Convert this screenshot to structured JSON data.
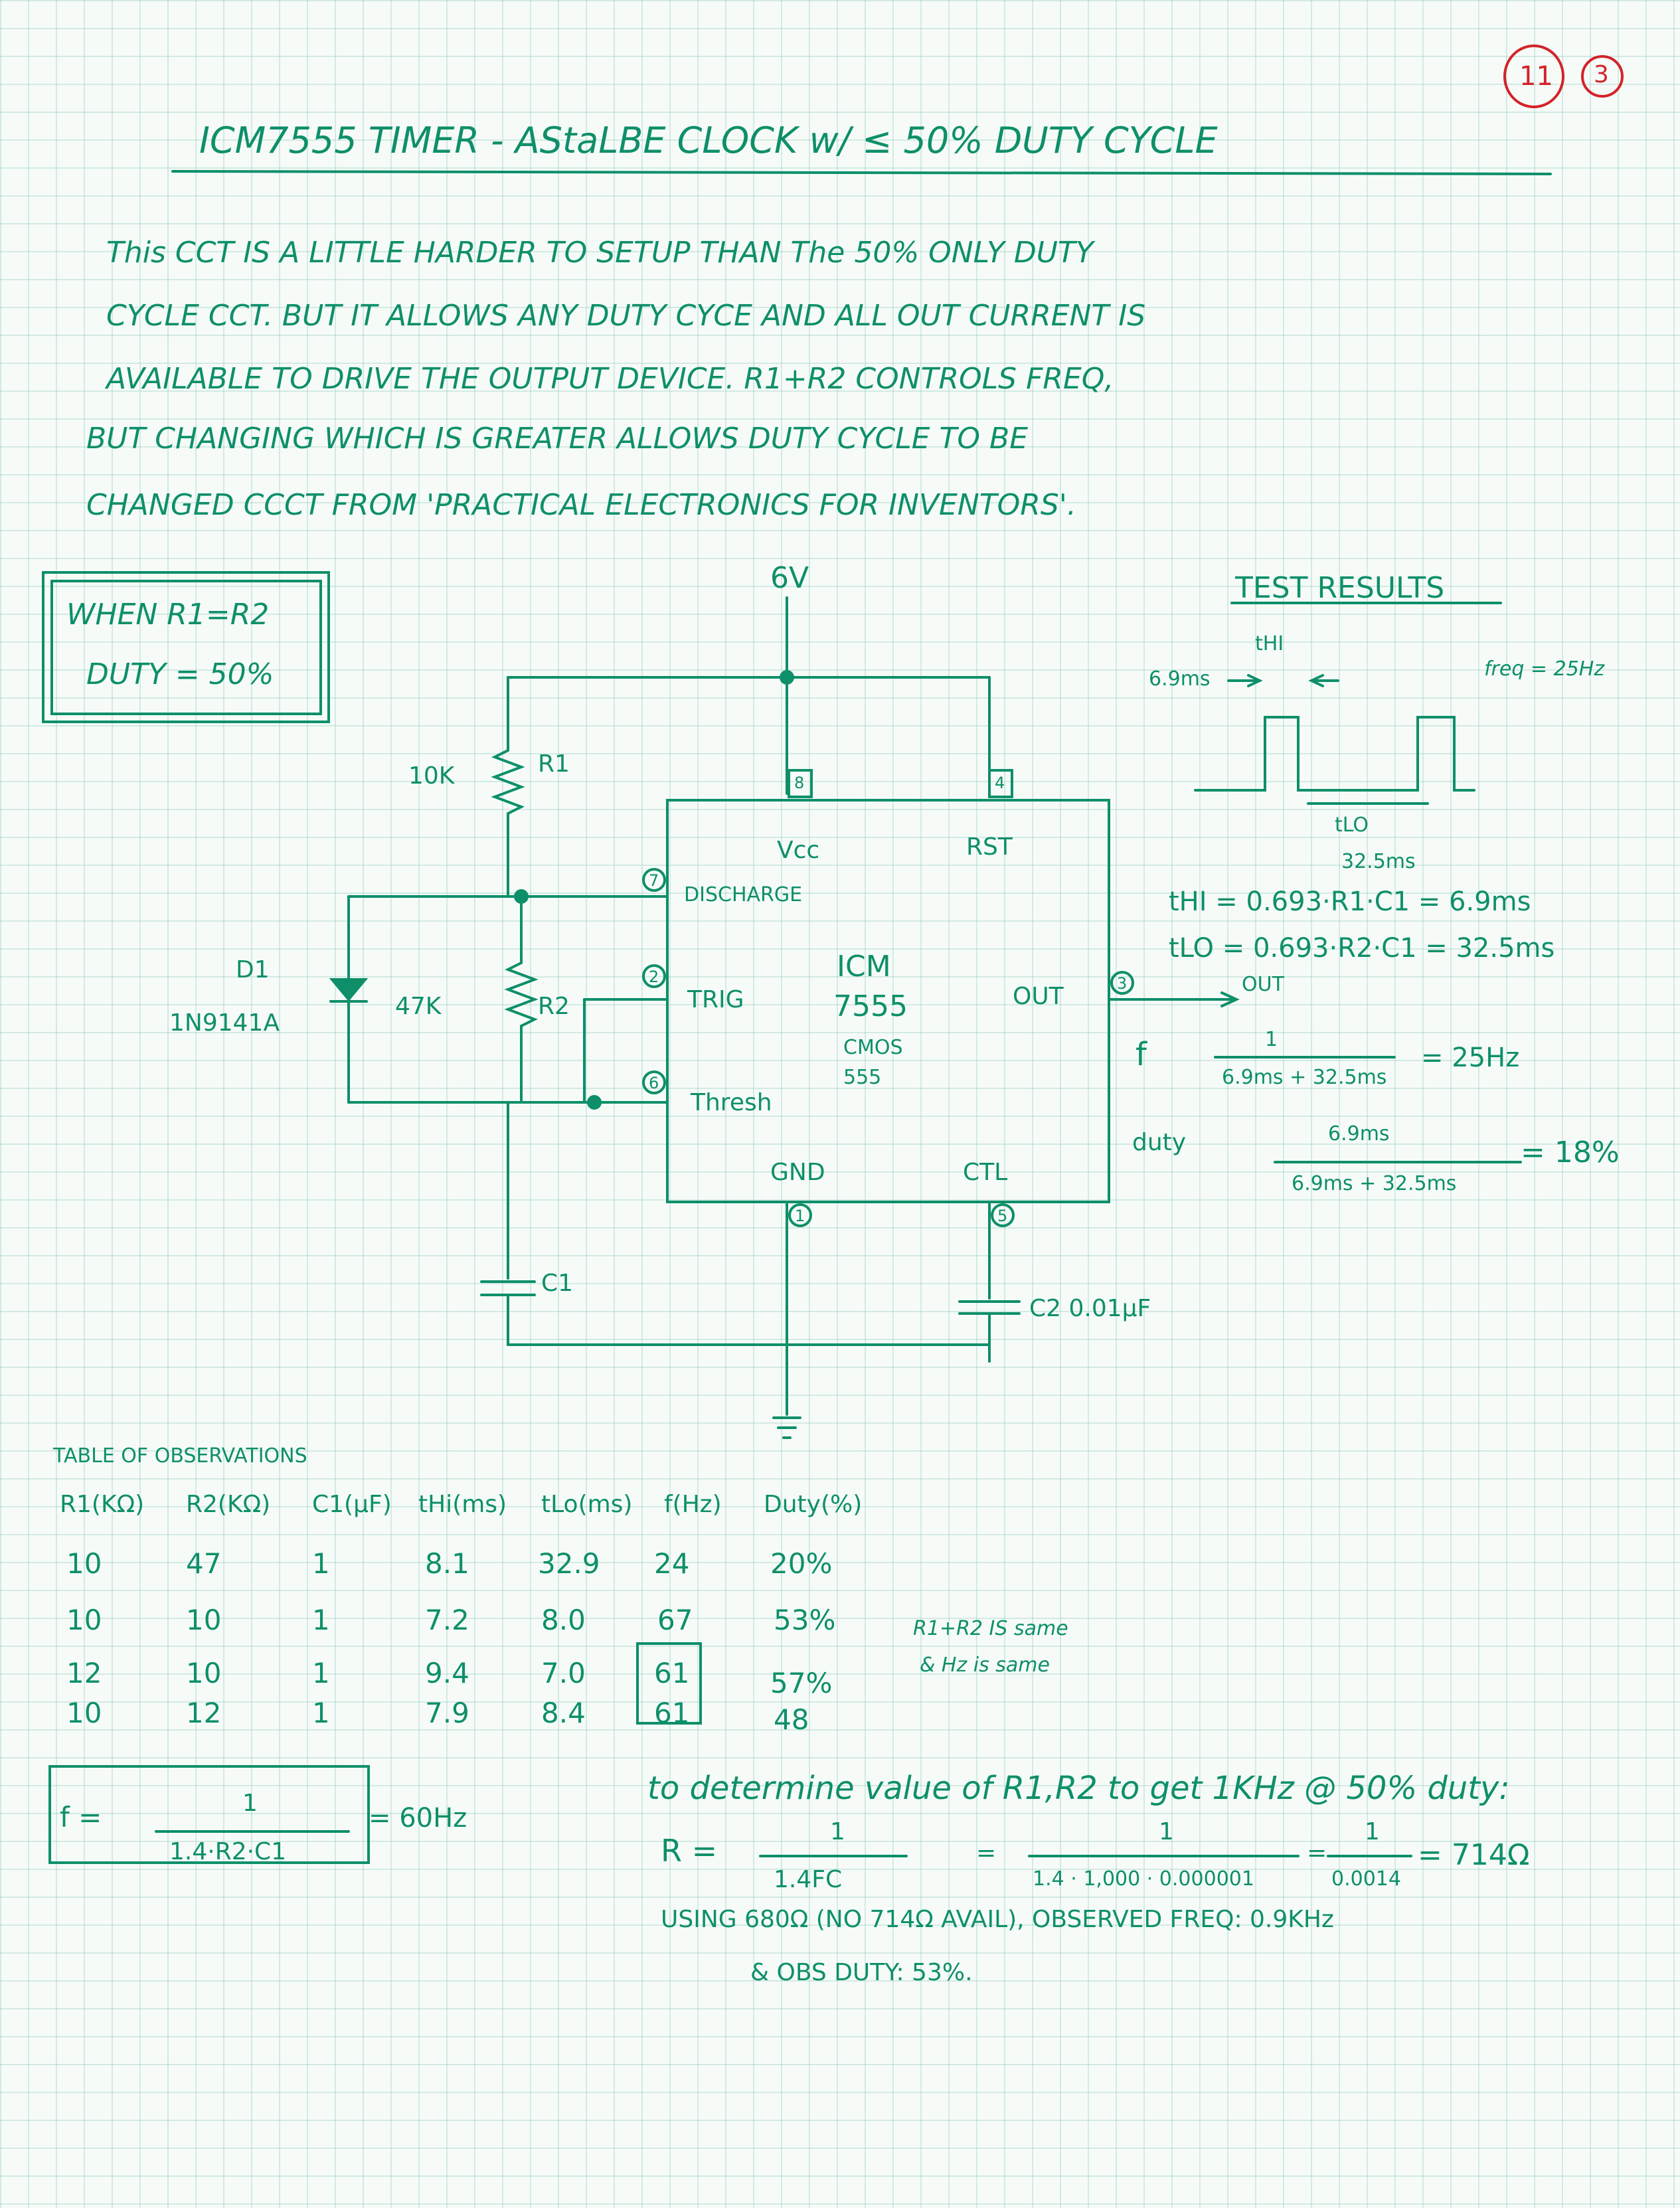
{
  "page_number": "11",
  "corner_mark": "3",
  "title": "ICM7555 TIMER - AStaLBE CLOCK w/ ≤ 50% DUTY CYCLE",
  "intro": {
    "lines": [
      "This CCT IS A LITTLE HARDER TO SETUP THAN The 50% ONLY DUTY",
      "CYCLE CCT. BUT IT ALLOWS ANY DUTY CYCE AND ALL OUT CURRENT IS",
      "AVAILABLE TO DRIVE THE OUTPUT DEVICE. R1+R2 CONTROLS FREQ,",
      "BUT CHANGING WHICH IS GREATER ALLOWS DUTY CYCLE TO BE",
      "CHANGED CCCT FROM 'PRACTICAL ELECTRONICS FOR INVENTORS'."
    ]
  },
  "note_box": {
    "line1": "WHEN R1=R2",
    "line2": "DUTY = 50%"
  },
  "schematic": {
    "supply": "6V",
    "r1_value": "10K",
    "r1_name": "R1",
    "r2_value": "47K",
    "r2_name": "R2",
    "diode_name": "D1",
    "diode_part": "1N9141A",
    "c1_name": "C1",
    "c2_label": "C2 0.01μF",
    "chip": {
      "name": "ICM",
      "part": "7555",
      "type": "CMOS",
      "family": "555"
    },
    "pins": {
      "vcc_num": "8",
      "vcc": "Vcc",
      "rst_num": "4",
      "rst": "RST",
      "dis_num": "7",
      "dis": "DISCHARGE",
      "trig_num": "2",
      "trig": "TRIG",
      "thresh_num": "6",
      "thresh": "Thresh",
      "gnd_num": "1",
      "gnd": "GND",
      "ctl_num": "5",
      "ctl": "CTL",
      "out_num": "3",
      "out": "OUT",
      "out_arrow": "OUT"
    }
  },
  "test_results": {
    "heading": "TEST RESULTS",
    "thi_label": "tHI",
    "thi_value": "6.9ms",
    "freq_note": "freq = 25Hz",
    "tlo_label": "tLO",
    "tlo_value": "32.5ms",
    "eq_thi": "tHI = 0.693·R1·C1 = 6.9ms",
    "eq_tlo": "tLO = 0.693·R2·C1 = 32.5ms",
    "f_label": "f",
    "f_num": "1",
    "f_den": "6.9ms + 32.5ms",
    "f_result": "= 25Hz",
    "duty_label": "duty",
    "duty_num": "6.9ms",
    "duty_den": "6.9ms + 32.5ms",
    "duty_result": "= 18%"
  },
  "observations": {
    "title": "TABLE OF OBSERVATIONS",
    "headers": [
      "R1(KΩ)",
      "R2(KΩ)",
      "C1(μF)",
      "tHi(ms)",
      "tLo(ms)",
      "f(Hz)",
      "Duty(%)"
    ],
    "rows": [
      [
        "10",
        "47",
        "1",
        "8.1",
        "32.9",
        "24",
        "20%"
      ],
      [
        "10",
        "10",
        "1",
        "7.2",
        "8.0",
        "67",
        "53%"
      ],
      [
        "12",
        "10",
        "1",
        "9.4",
        "7.0",
        "61",
        "57%"
      ],
      [
        "10",
        "12",
        "1",
        "7.9",
        "8.4",
        "61",
        "48"
      ]
    ],
    "note_line1": "R1+R2 IS same",
    "note_line2": "& Hz is same"
  },
  "formula": {
    "lhs": "f =",
    "num": "1",
    "den": "1.4·R2·C1",
    "result": "= 60Hz"
  },
  "determine": {
    "heading": "to determine value of R1,R2 to get 1KHz @ 50% duty:",
    "r_lhs": "R =",
    "r_num1": "1",
    "r_den1": "1.4FC",
    "r_num2": "1",
    "r_den2": "1.4 · 1,000 · 0.000001",
    "r_num3": "1",
    "r_den3": "0.0014",
    "r_result": "= 714Ω",
    "using": "USING 680Ω (NO 714Ω AVAIL), OBSERVED FREQ: 0.9KHz",
    "duty": "& OBS DUTY: 53%."
  }
}
